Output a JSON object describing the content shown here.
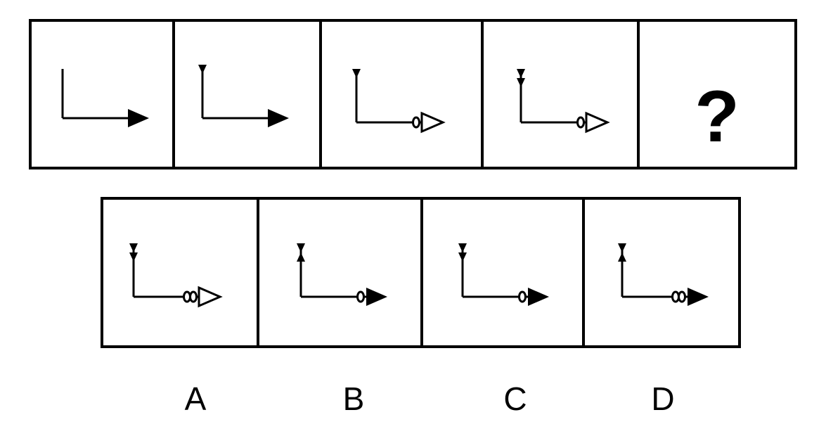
{
  "puzzle": {
    "question_mark": "?",
    "sequence": [
      {
        "top_arrowheads": [],
        "bottom_rings": 0,
        "bottom_head": "filled"
      },
      {
        "top_arrowheads": [
          "down"
        ],
        "bottom_rings": 0,
        "bottom_head": "filled"
      },
      {
        "top_arrowheads": [
          "down"
        ],
        "bottom_rings": 1,
        "bottom_head": "hollow"
      },
      {
        "top_arrowheads": [
          "down",
          "down"
        ],
        "bottom_rings": 1,
        "bottom_head": "hollow"
      }
    ],
    "options": [
      {
        "label": "A",
        "top_arrowheads": [
          "down",
          "down"
        ],
        "bottom_rings": 2,
        "bottom_head": "hollow"
      },
      {
        "label": "B",
        "top_arrowheads": [
          "down",
          "up"
        ],
        "bottom_rings": 1,
        "bottom_head": "filled"
      },
      {
        "label": "C",
        "top_arrowheads": [
          "down",
          "down"
        ],
        "bottom_rings": 1,
        "bottom_head": "filled"
      },
      {
        "label": "D",
        "top_arrowheads": [
          "down",
          "up"
        ],
        "bottom_rings": 2,
        "bottom_head": "filled"
      }
    ]
  }
}
